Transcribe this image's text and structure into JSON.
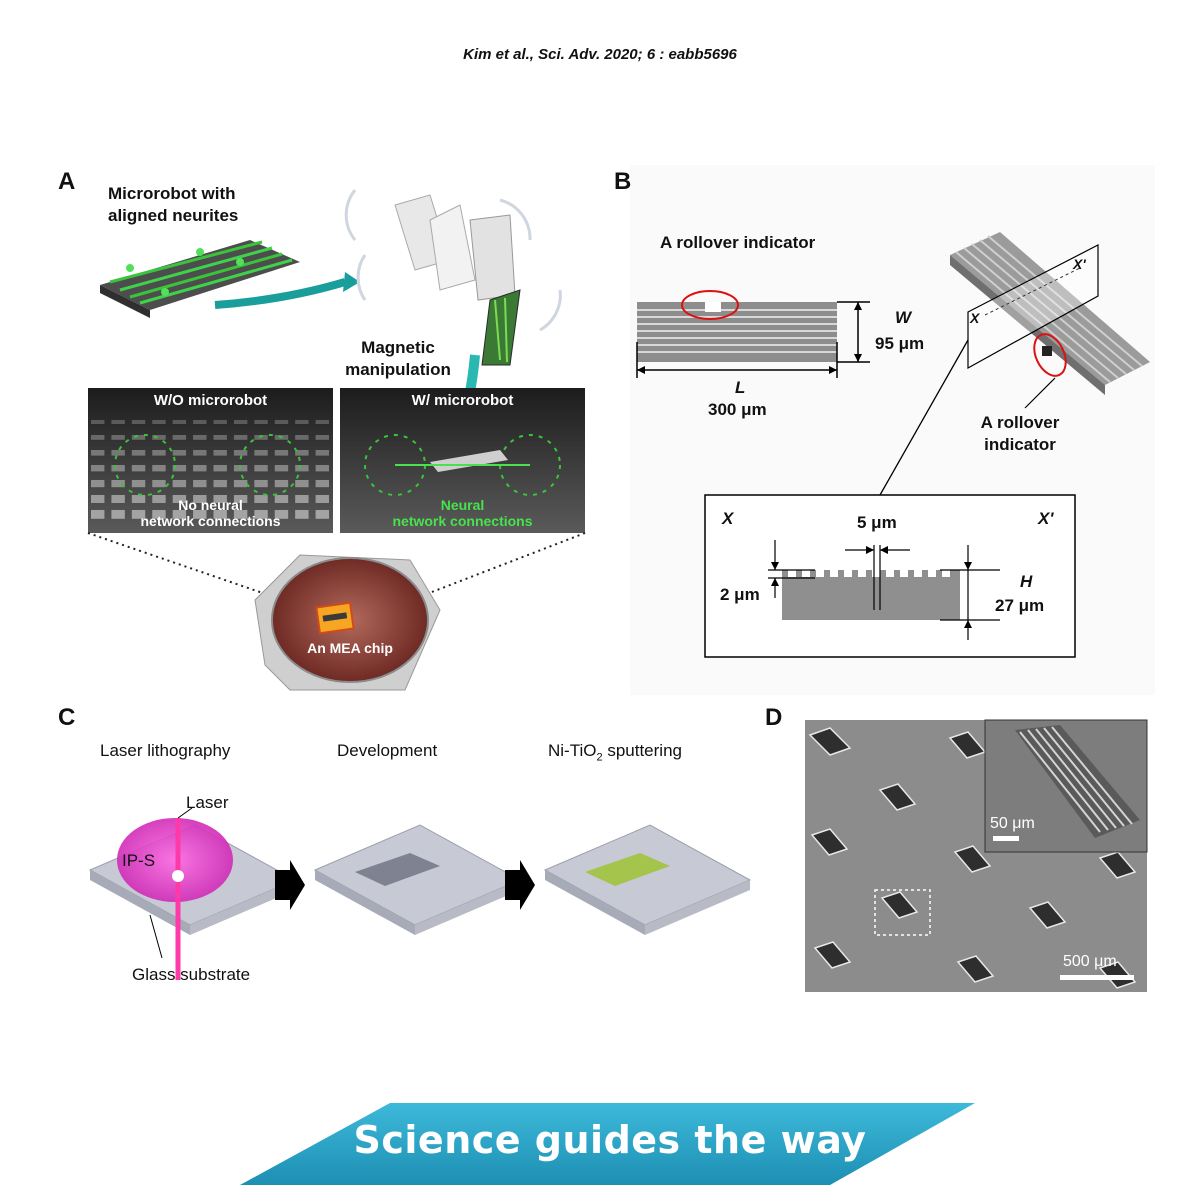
{
  "citation": "Kim et al., Sci. Adv. 2020; 6 : eabb5696",
  "panel_a": {
    "label": "A",
    "microrobot_title": "Microrobot with\naligned neurites",
    "manipulation_title": "Magnetic\nmanipulation",
    "without_title": "W/O microrobot",
    "without_caption": "No neural\nnetwork connections",
    "with_title": "W/ microrobot",
    "with_caption": "Neural\nnetwork connections",
    "chip_label": "An MEA chip"
  },
  "panel_b": {
    "label": "B",
    "indicator_top": "A rollover indicator",
    "w_symbol": "W",
    "w_value": "95 μm",
    "l_symbol": "L",
    "l_value": "300 μm",
    "x_label": "X",
    "x_prime_label": "X'",
    "indicator_right": "A rollover\nindicator",
    "section_x": "X",
    "section_x_prime": "X'",
    "groove_width": "5 μm",
    "groove_depth": "2 μm",
    "h_symbol": "H",
    "h_value": "27 μm"
  },
  "panel_c": {
    "label": "C",
    "step1": "Laser lithography",
    "step2": "Development",
    "step3_prefix": "Ni-TiO",
    "step3_sub": "2",
    "step3_suffix": " sputtering",
    "laser_label": "Laser",
    "resin_label": "IP-S",
    "substrate_label": "Glass substrate"
  },
  "panel_d": {
    "label": "D",
    "inset_scale": "50 μm",
    "main_scale": "500 μm"
  },
  "banner": {
    "text": "Science guides the way",
    "color": "#2aa6c9"
  }
}
